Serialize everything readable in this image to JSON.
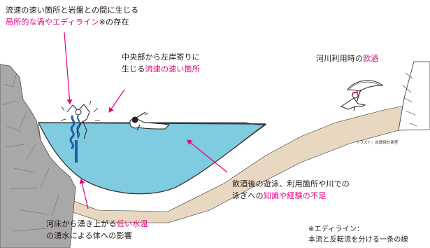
{
  "annotations": {
    "eddy": {
      "line1": "流速の速い箇所と岩盤との間に生じる",
      "line2_highlight": "局所的な渦やエディライン",
      "line2_rest": "※の存在"
    },
    "current": {
      "line1": "中央部から左岸寄りに",
      "line2_prefix": "生じる",
      "line2_highlight": "流速の速い箇所"
    },
    "drinking": {
      "prefix": "河川利用時の",
      "highlight": "飲酒"
    },
    "swimming": {
      "line1": "飲酒後の遊泳、利用箇所や川での",
      "line2_prefix": "泳ぎへの",
      "line2_highlight": "知識や経験の不足"
    },
    "spring": {
      "line1_prefix": "河床から湧き上がる",
      "line1_highlight": "低い水温",
      "line2": "の湧水による体への影響"
    },
    "footnote": {
      "line1": "※エディライン：",
      "line2": "本流と反転流を分ける一条の線"
    }
  },
  "credit": "イラスト：自環境計画室",
  "colors": {
    "highlight": "#e5007f",
    "arrow": "#e5007f",
    "water": "#7fcbe0",
    "riverbank": "#e8d7c1",
    "text": "#231815"
  }
}
